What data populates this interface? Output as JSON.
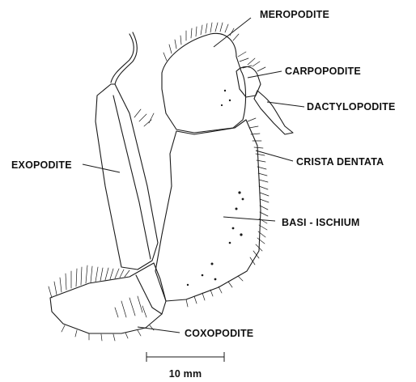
{
  "labels": {
    "meropodite": "MEROPODITE",
    "carpopodite": "CARPOPODITE",
    "dactylopodite": "DACTYLOPODITE",
    "exopodite": "EXOPODITE",
    "crista_dentata": "CRISTA DENTATA",
    "basi_ischium": "BASI - ISCHIUM",
    "coxopodite": "COXOPODITE"
  },
  "scale_bar": {
    "label": "10 mm"
  }
}
